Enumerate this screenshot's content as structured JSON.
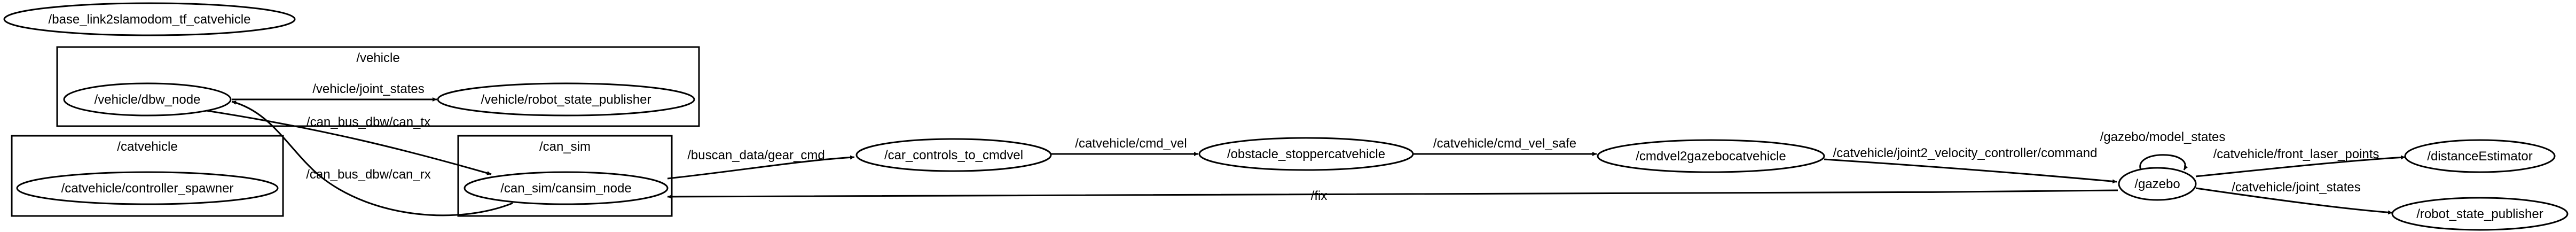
{
  "clusters": {
    "vehicle": "/vehicle",
    "catvehicle": "/catvehicle",
    "can_sim": "/can_sim"
  },
  "nodes": {
    "base_link2slamodom_tf_catvehicle": "/base_link2slamodom_tf_catvehicle",
    "vehicle_dbw_node": "/vehicle/dbw_node",
    "vehicle_robot_state_publisher": "/vehicle/robot_state_publisher",
    "catvehicle_controller_spawner": "/catvehicle/controller_spawner",
    "can_sim_cansim_node": "/can_sim/cansim_node",
    "car_controls_to_cmdvel": "/car_controls_to_cmdvel",
    "obstacle_stoppercatvehicle": "/obstacle_stoppercatvehicle",
    "cmdvel2gazebocatvehicle": "/cmdvel2gazebocatvehicle",
    "gazebo": "/gazebo",
    "distanceEstimator": "/distanceEstimator",
    "robot_state_publisher": "/robot_state_publisher"
  },
  "edges": {
    "vehicle_joint_states": "/vehicle/joint_states",
    "can_bus_dbw_can_tx": "/can_bus_dbw/can_tx",
    "can_bus_dbw_can_rx": "/can_bus_dbw/can_rx",
    "buscan_data_gear_cmd": "/buscan_data/gear_cmd",
    "catvehicle_cmd_vel": "/catvehicle/cmd_vel",
    "catvehicle_cmd_vel_safe": "/catvehicle/cmd_vel_safe",
    "catvehicle_joint2_velocity_controller_command": "/catvehicle/joint2_velocity_controller/command",
    "gazebo_model_states": "/gazebo/model_states",
    "catvehicle_front_laser_points": "/catvehicle/front_laser_points",
    "catvehicle_joint_states": "/catvehicle/joint_states",
    "fix": "/fix"
  }
}
